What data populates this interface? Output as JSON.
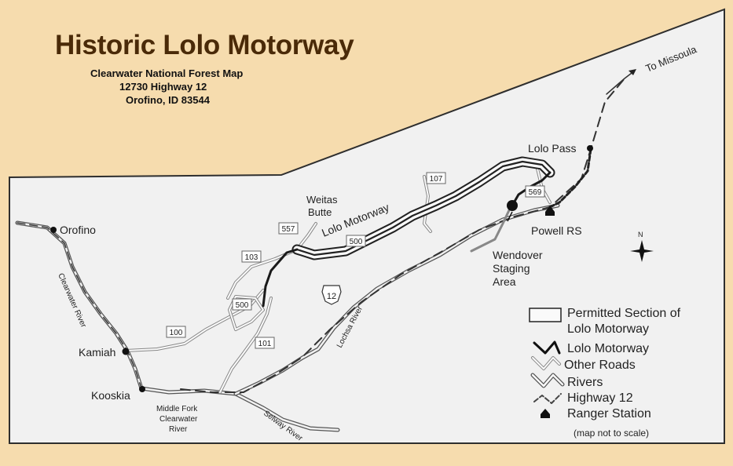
{
  "header": {
    "title": "Historic Lolo Motorway",
    "subtitle_lines": [
      "Clearwater National Forest Map",
      "12730 Highway 12",
      "Orofino, ID  83544"
    ]
  },
  "colors": {
    "background": "#f6dcae",
    "map_fill": "#f1f1f1",
    "title_color": "#4a2a08"
  },
  "places": {
    "orofino": "Orofino",
    "kamiah": "Kamiah",
    "kooskia": "Kooskia",
    "weitas_butte_1": "Weitas",
    "weitas_butte_2": "Butte",
    "lolo_pass": "Lolo Pass",
    "powell_rs": "Powell RS",
    "wendover_1": "Wendover",
    "wendover_2": "Staging",
    "wendover_3": "Area",
    "to_missoula": "To Missoula"
  },
  "rivers": {
    "clearwater": "Clearwater River",
    "lochsa": "Lochsa River",
    "selway": "Selway River",
    "middle_fork_1": "Middle Fork",
    "middle_fork_2": "Clearwater",
    "middle_fork_3": "River"
  },
  "route_label": "Lolo Motorway",
  "road_numbers": {
    "r107": "107",
    "r569": "569",
    "r557": "557",
    "r500a": "500",
    "r103": "103",
    "r500b": "500",
    "r100": "100",
    "r101": "101",
    "r12": "12"
  },
  "compass_label": "N",
  "legend": {
    "permitted_1": "Permitted Section of",
    "permitted_2": "Lolo Motorway",
    "lolo_motorway": "Lolo Motorway",
    "other_roads": "Other Roads",
    "rivers": "Rivers",
    "highway_12": "Highway 12",
    "ranger_station": "Ranger Station",
    "note": "(map not to scale)"
  }
}
